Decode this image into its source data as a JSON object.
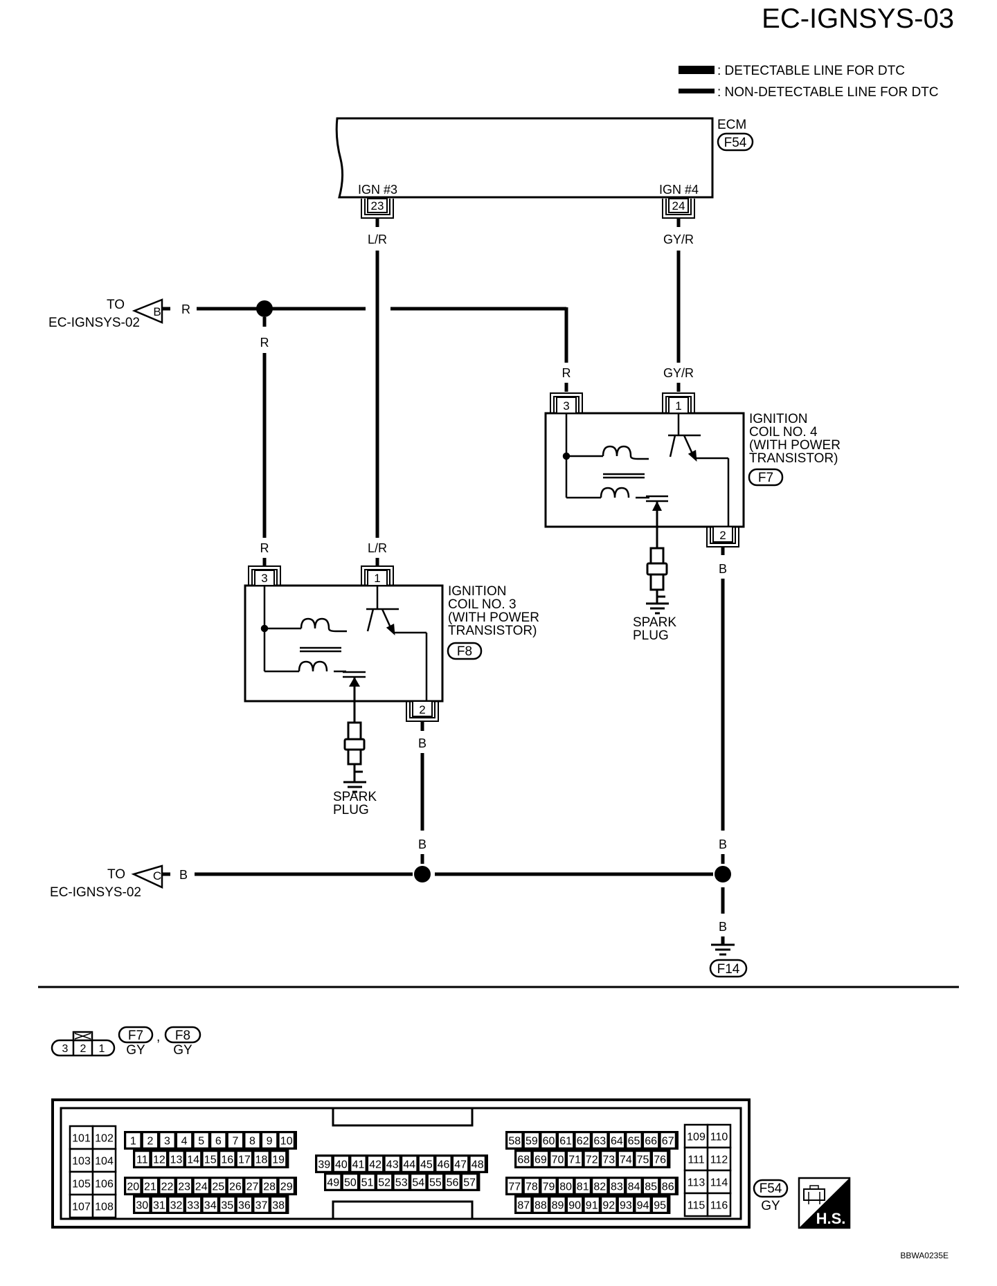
{
  "page_title": "EC-IGNSYS-03",
  "figure_code": "BBWA0235E",
  "legend": [
    {
      "style": "thick",
      "label": ": DETECTABLE LINE FOR DTC"
    },
    {
      "style": "thin",
      "label": ": NON-DETECTABLE LINE FOR DTC"
    }
  ],
  "ecm": {
    "label": "ECM",
    "connector": "F54",
    "terminals": [
      {
        "name": "IGN #3",
        "pin": "23",
        "wire_color": "L/R"
      },
      {
        "name": "IGN #4",
        "pin": "24",
        "wire_color": "GY/R"
      }
    ]
  },
  "off_page": [
    {
      "id": "B",
      "to_line1": "TO",
      "to_line2": "EC-IGNSYS-02",
      "wire_color": "R"
    },
    {
      "id": "C",
      "to_line1": "TO",
      "to_line2": "EC-IGNSYS-02",
      "wire_color": "B"
    }
  ],
  "wires": {
    "r_branch_left": "R",
    "r_coil3": "R",
    "lr_coil3": "L/R",
    "r_coil4": "R",
    "gyr_coil4": "GY/R",
    "b_coil3_top": "B",
    "b_coil3_bottom": "B",
    "b_coil4_top": "B",
    "b_coil4_bottom": "B",
    "b_ground": "B"
  },
  "coil3": {
    "name_lines": [
      "IGNITION",
      "COIL NO. 3",
      "(WITH POWER",
      "TRANSISTOR)"
    ],
    "connector": "F8",
    "pins": [
      "3",
      "1",
      "2"
    ],
    "spark_plug_lines": [
      "SPARK",
      "PLUG"
    ]
  },
  "coil4": {
    "name_lines": [
      "IGNITION",
      "COIL NO. 4",
      "(WITH POWER",
      "TRANSISTOR)"
    ],
    "connector": "F7",
    "pins": [
      "3",
      "1",
      "2"
    ],
    "spark_plug_lines": [
      "SPARK",
      "PLUG"
    ]
  },
  "ground": {
    "connector": "F14"
  },
  "connector_views": {
    "coil_connector": {
      "cavities": [
        "3",
        "2",
        "1"
      ],
      "refs": [
        {
          "id": "F7",
          "color": "GY"
        },
        {
          "id": "F8",
          "color": "GY"
        }
      ],
      "separator": ","
    },
    "ecm_connector": {
      "id": "F54",
      "color": "GY",
      "hs_badge": "H.S.",
      "block_left_pairs": [
        [
          "101",
          "102"
        ],
        [
          "103",
          "104"
        ],
        [
          "105",
          "106"
        ],
        [
          "107",
          "108"
        ]
      ],
      "block_right_pairs": [
        [
          "109",
          "110"
        ],
        [
          "111",
          "112"
        ],
        [
          "113",
          "114"
        ],
        [
          "115",
          "116"
        ]
      ],
      "row_a1": [
        "1",
        "2",
        "3",
        "4",
        "5",
        "6",
        "7",
        "8",
        "9",
        "10"
      ],
      "row_a2": [
        "11",
        "12",
        "13",
        "14",
        "15",
        "16",
        "17",
        "18",
        "19"
      ],
      "row_b1": [
        "20",
        "21",
        "22",
        "23",
        "24",
        "25",
        "26",
        "27",
        "28",
        "29"
      ],
      "row_b2": [
        "30",
        "31",
        "32",
        "33",
        "34",
        "35",
        "36",
        "37",
        "38"
      ],
      "row_c1": [
        "39",
        "40",
        "41",
        "42",
        "43",
        "44",
        "45",
        "46",
        "47",
        "48"
      ],
      "row_c2": [
        "49",
        "50",
        "51",
        "52",
        "53",
        "54",
        "55",
        "56",
        "57"
      ],
      "row_d1": [
        "58",
        "59",
        "60",
        "61",
        "62",
        "63",
        "64",
        "65",
        "66",
        "67"
      ],
      "row_d2": [
        "68",
        "69",
        "70",
        "71",
        "72",
        "73",
        "74",
        "75",
        "76"
      ],
      "row_e1": [
        "77",
        "78",
        "79",
        "80",
        "81",
        "82",
        "83",
        "84",
        "85",
        "86"
      ],
      "row_e2": [
        "87",
        "88",
        "89",
        "90",
        "91",
        "92",
        "93",
        "94",
        "95"
      ]
    }
  }
}
